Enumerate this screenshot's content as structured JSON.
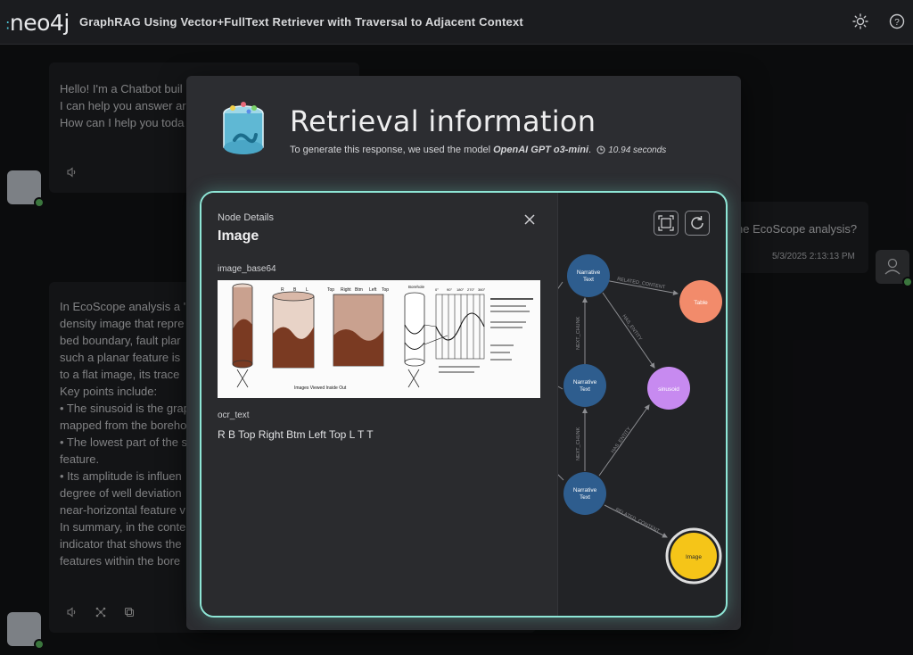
{
  "header": {
    "logo_text": "neo4j",
    "title": "GraphRAG Using Vector+FullText Retriever with Traversal to Adjacent Context",
    "icons": [
      "sun-icon",
      "help-icon"
    ]
  },
  "chat": {
    "greeting_lines": "Hello! I'm a Chatbot buil\nI can help you answer ar\nHow can I help you toda",
    "user_question": "he EcoScope analysis?",
    "user_timestamp": "5/3/2025 2:13:13 PM",
    "answer_lines": "In EcoScope analysis a '\ndensity image that repre\nbed boundary, fault plar\nsuch a planar feature is\nto a flat image, its trace\nKey points include:\n• The sinusoid is the grap\nmapped from the boreho\n• The lowest part of the s\nfeature.\n• Its amplitude is influen\ndegree of well deviation\nnear-horizontal feature v\nIn summary, in the conte\nindicator that shows the\nfeatures within the bore"
  },
  "modal": {
    "title": "Retrieval information",
    "subtitle_prefix": "To generate this response, we used the model ",
    "model": "OpenAI GPT o3-mini",
    "subtitle_suffix": ".",
    "duration": "10.94 seconds"
  },
  "details": {
    "caption": "Node Details",
    "title": "Image",
    "field1_label": "image_base64",
    "field2_label": "ocr_text",
    "ocr_value": "R B Top Right Btm Left Top L T T",
    "image_caption": "Images Viewed Inside Out",
    "image_labels": [
      "R",
      "B",
      "L",
      "Top",
      "Right",
      "Btm",
      "Left",
      "Top",
      "Borehole",
      "0°",
      "90°",
      "180°",
      "270°",
      "360°"
    ]
  },
  "graph": {
    "nodes": [
      {
        "label": "Narrative Text",
        "color": "#2e5d8e"
      },
      {
        "label": "Table",
        "color": "#f28b6b"
      },
      {
        "label": "Narrative Text",
        "color": "#2e5d8e"
      },
      {
        "label": "sinusoid",
        "color": "#c78af0"
      },
      {
        "label": "Narrative Text",
        "color": "#2e5d8e"
      },
      {
        "label": "Image",
        "color": "#f5c518"
      }
    ],
    "edges": [
      "RELATED_CONTENT",
      "HAS_ENTITY",
      "NEXT_CHUNK",
      "HAS_ENTITY",
      "NEXT_CHUNK",
      "RELATED_CONTENT"
    ]
  }
}
